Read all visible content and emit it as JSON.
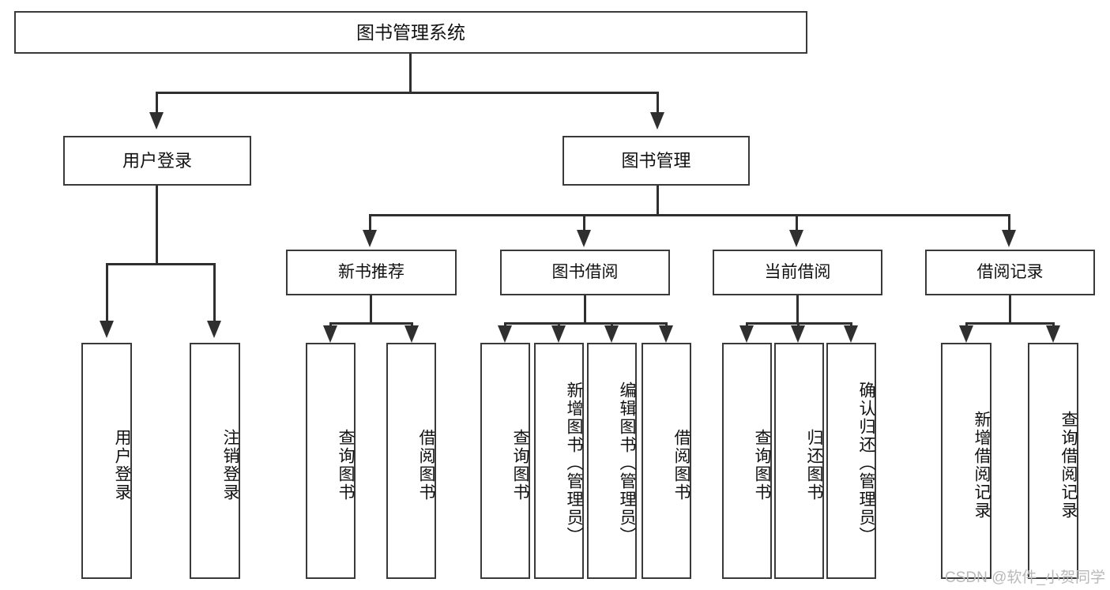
{
  "diagram": {
    "type": "tree-hierarchy",
    "title": "图书管理系统",
    "root": {
      "label": "图书管理系统"
    },
    "level1": [
      {
        "id": "user-login",
        "label": "用户登录"
      },
      {
        "id": "book-management",
        "label": "图书管理"
      }
    ],
    "level2": [
      {
        "id": "new-book-recommend",
        "label": "新书推荐",
        "parent": "book-management"
      },
      {
        "id": "book-borrow",
        "label": "图书借阅",
        "parent": "book-management"
      },
      {
        "id": "current-borrow",
        "label": "当前借阅",
        "parent": "book-management"
      },
      {
        "id": "borrow-record",
        "label": "借阅记录",
        "parent": "book-management"
      }
    ],
    "leaves": {
      "user-login": [
        {
          "id": "leaf-user-login",
          "label": "用户登录"
        },
        {
          "id": "leaf-user-logout",
          "label": "注销登录"
        }
      ],
      "new-book-recommend": [
        {
          "id": "leaf-query-book-1",
          "label": "查询图书"
        },
        {
          "id": "leaf-borrow-book-1",
          "label": "借阅图书"
        }
      ],
      "book-borrow": [
        {
          "id": "leaf-query-book-2",
          "label": "查询图书"
        },
        {
          "id": "leaf-add-book",
          "label": "新增图书（管理员）"
        },
        {
          "id": "leaf-edit-book",
          "label": "编辑图书（管理员）"
        },
        {
          "id": "leaf-borrow-book-2",
          "label": "借阅图书"
        }
      ],
      "current-borrow": [
        {
          "id": "leaf-query-book-3",
          "label": "查询图书"
        },
        {
          "id": "leaf-return-book",
          "label": "归还图书"
        },
        {
          "id": "leaf-confirm-return",
          "label": "确认归还（管理员）"
        }
      ],
      "borrow-record": [
        {
          "id": "leaf-add-record",
          "label": "新增借阅记录"
        },
        {
          "id": "leaf-query-record",
          "label": "查询借阅记录"
        }
      ]
    },
    "watermark": "CSDN @软件_小贺同学",
    "colors": {
      "box_border": "#3a3a3a",
      "connector": "#2f2f2f",
      "background": "#ffffff",
      "text": "#111111",
      "watermark": "#b9b9b9"
    }
  }
}
